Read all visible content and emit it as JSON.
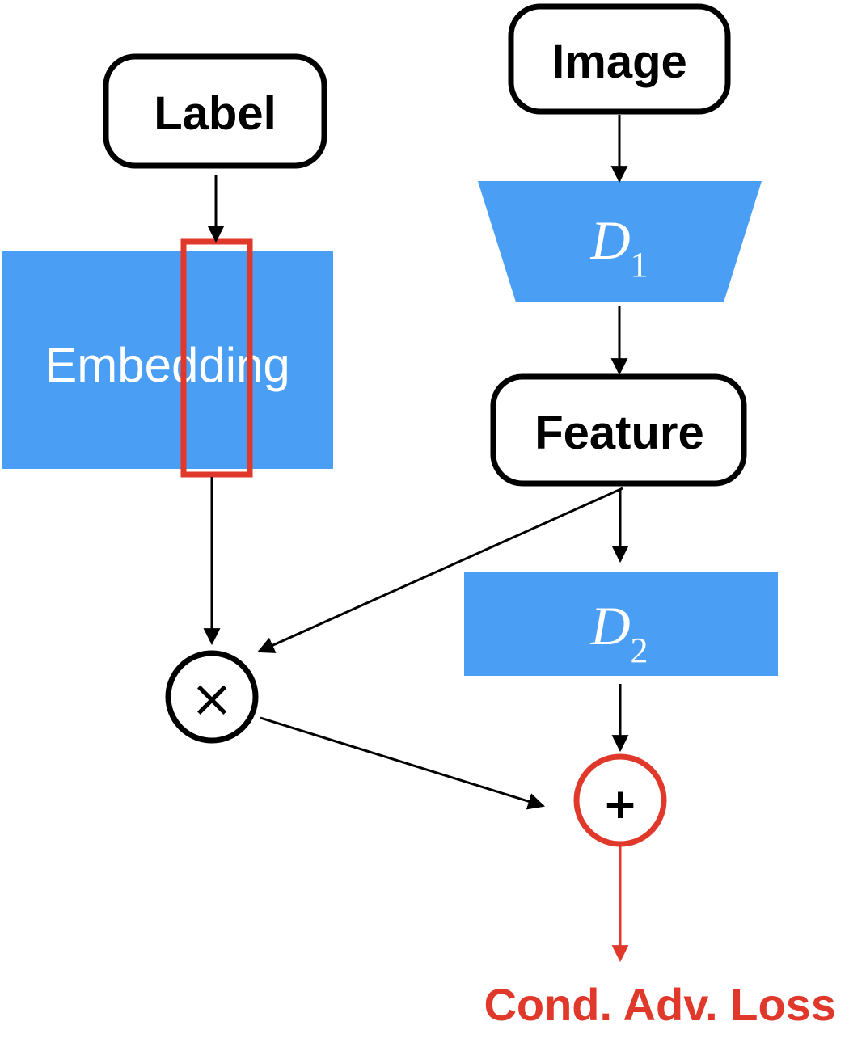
{
  "nodes": {
    "label": "Label",
    "image": "Image",
    "embedding": "Embedding",
    "d1": {
      "letter": "D",
      "sub": "1"
    },
    "feature": "Feature",
    "d2": {
      "letter": "D",
      "sub": "2"
    },
    "multiply": "×",
    "add": "+",
    "loss": "Cond. Adv. Loss"
  },
  "colors": {
    "block_fill": "#4a9ff5",
    "highlight": "#e0382a",
    "edge": "#000000",
    "node_border": "#000000",
    "background": "#ffffff"
  }
}
